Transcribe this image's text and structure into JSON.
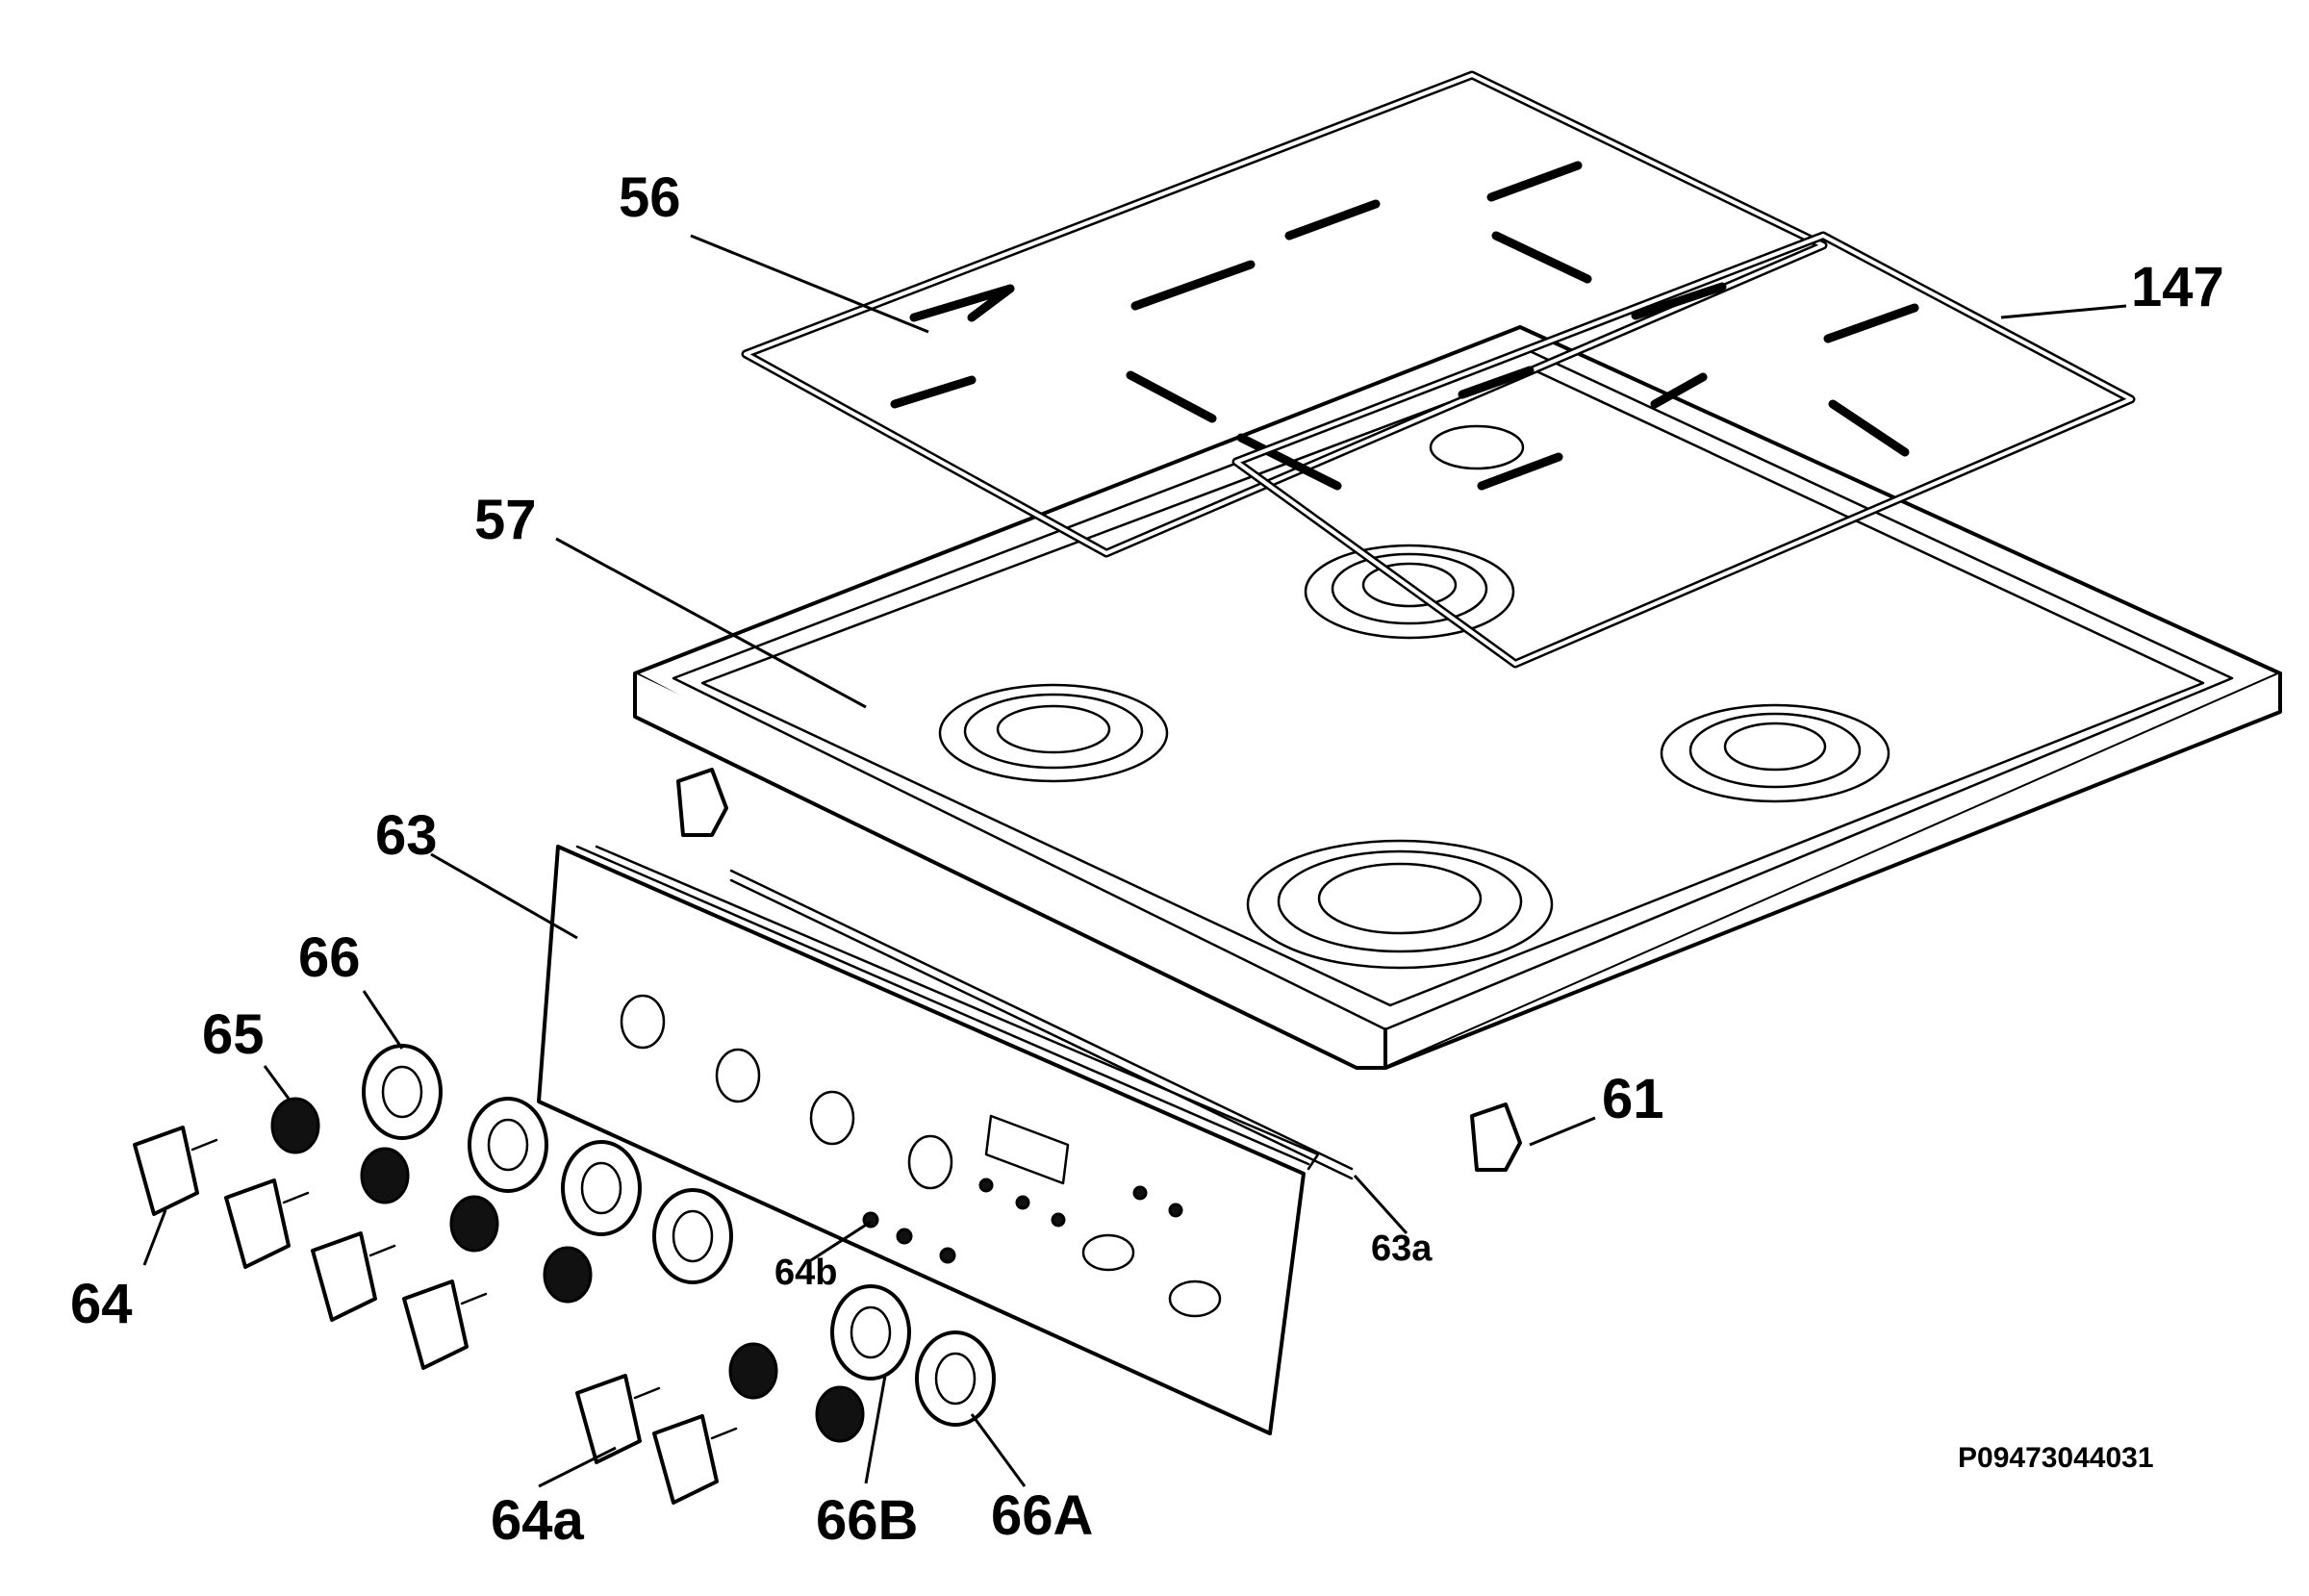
{
  "diagram": {
    "drawing_code": "P09473044031",
    "parts": {
      "grate_left": "56",
      "grate_right": "147",
      "hob_top": "57",
      "control_panel": "63",
      "trim_strip": "63a",
      "bracket": "61",
      "knob": "64",
      "knob_alt": "64a",
      "screw": "64b",
      "knob_insert": "65",
      "bezel": "66",
      "bezel_a": "66A",
      "bezel_b": "66B"
    }
  }
}
